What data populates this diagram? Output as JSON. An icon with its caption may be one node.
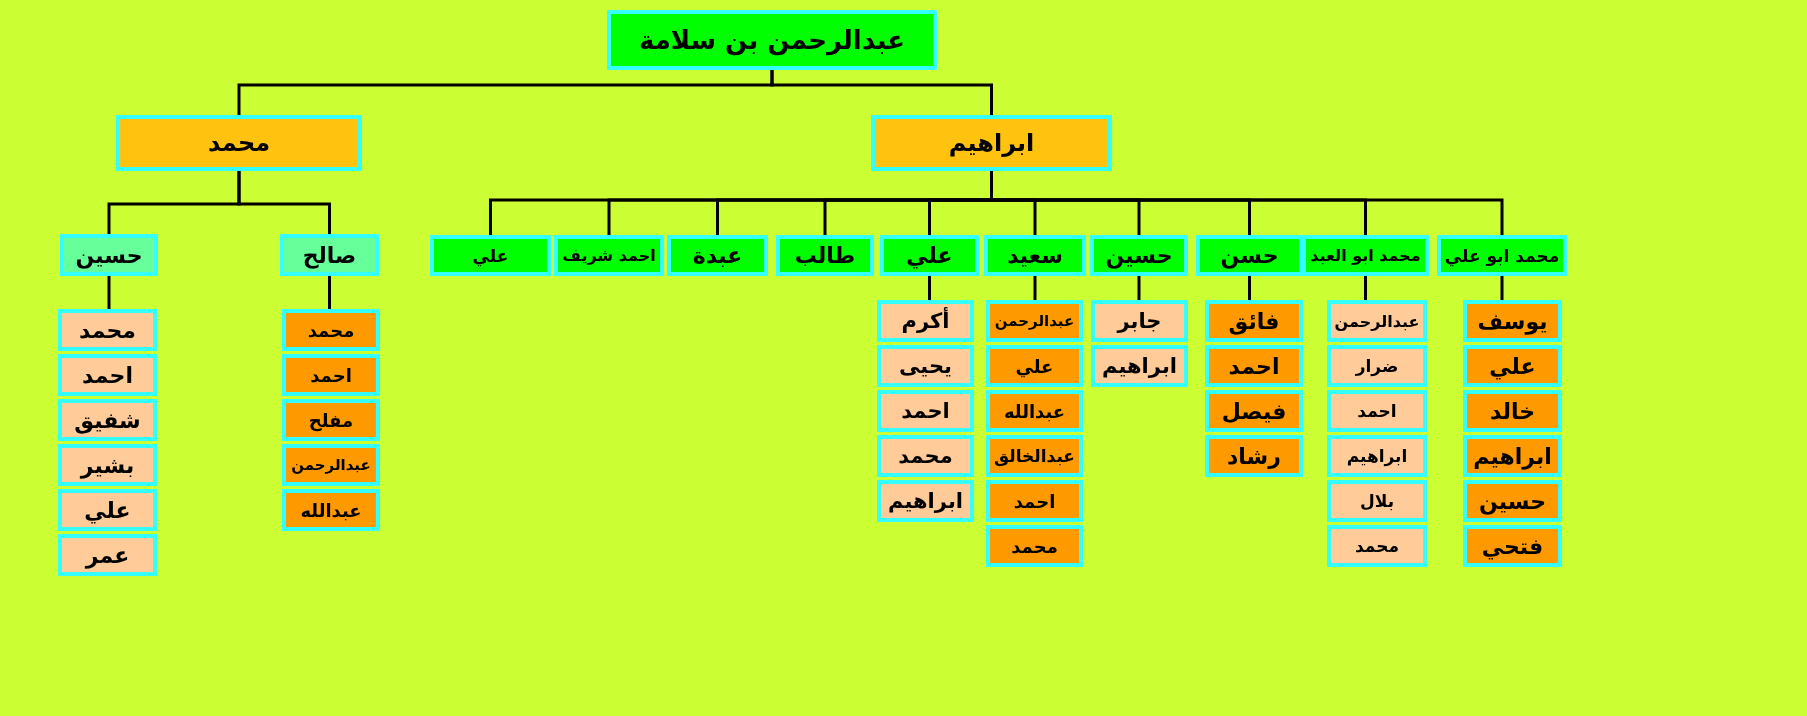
{
  "diagram": {
    "nodes": [
      {
        "text": [
          "عبدالرحمن بن سلامة"
        ]
      },
      {
        "text": [
          "ابراهيم"
        ]
      },
      {
        "text": [
          "محمد"
        ]
      },
      {
        "text": [
          "محمد ابو علي"
        ]
      },
      {
        "text": [
          "محمد ابو العبد"
        ]
      },
      {
        "text": [
          "حسن"
        ]
      },
      {
        "text": [
          "حسين"
        ]
      },
      {
        "text": [
          "سعيد"
        ]
      },
      {
        "text": [
          "علي"
        ]
      },
      {
        "text": [
          "طالب"
        ]
      },
      {
        "text": [
          "عبدة"
        ]
      },
      {
        "text": [
          "احمد شريف"
        ]
      },
      {
        "text": [
          "علي"
        ]
      },
      {
        "text": [
          "صالح"
        ]
      },
      {
        "text": [
          "حسين"
        ]
      },
      {
        "text": [
          "يوسف"
        ]
      },
      {
        "text": [
          "علي"
        ]
      },
      {
        "text": [
          "خالد"
        ]
      },
      {
        "text": [
          "ابراهيم"
        ]
      },
      {
        "text": [
          "حسين"
        ]
      },
      {
        "text": [
          "فتحي"
        ]
      },
      {
        "text": [
          "عبدالرحمن"
        ]
      },
      {
        "text": [
          "ضرار"
        ]
      },
      {
        "text": [
          "احمد"
        ]
      },
      {
        "text": [
          "ابراهيم"
        ]
      },
      {
        "text": [
          "بلال"
        ]
      },
      {
        "text": [
          "محمد"
        ]
      },
      {
        "text": [
          "فائق"
        ]
      },
      {
        "text": [
          "احمد"
        ]
      },
      {
        "text": [
          "فيصل"
        ]
      },
      {
        "text": [
          "رشاد"
        ]
      },
      {
        "text": [
          "جابر"
        ]
      },
      {
        "text": [
          "ابراهيم"
        ]
      },
      {
        "text": [
          "عبدالرحمن"
        ]
      },
      {
        "text": [
          "علي"
        ]
      },
      {
        "text": [
          "عبدالله"
        ]
      },
      {
        "text": [
          "عبدالخالق"
        ]
      },
      {
        "text": [
          "احمد"
        ]
      },
      {
        "text": [
          "محمد"
        ]
      },
      {
        "text": [
          "أكرم"
        ]
      },
      {
        "text": [
          "يحيى"
        ]
      },
      {
        "text": [
          "احمد"
        ]
      },
      {
        "text": [
          "محمد"
        ]
      },
      {
        "text": [
          "ابراهيم"
        ]
      },
      {
        "text": [
          "محمد"
        ]
      },
      {
        "text": [
          "احمد"
        ]
      },
      {
        "text": [
          "مفلح"
        ]
      },
      {
        "text": [
          "عبدالرحمن"
        ]
      },
      {
        "text": [
          "عبدالله"
        ]
      },
      {
        "text": [
          "محمد"
        ]
      },
      {
        "text": [
          "احمد"
        ]
      },
      {
        "text": [
          "شفيق"
        ]
      },
      {
        "text": [
          "بشير"
        ]
      },
      {
        "text": [
          "علي"
        ]
      },
      {
        "text": [
          "عمر"
        ]
      }
    ],
    "edges": [
      {
        "from": 0,
        "to": 1,
        "arrow": "none"
      },
      {
        "from": 0,
        "to": 2,
        "arrow": "none"
      },
      {
        "from": 1,
        "to": 3,
        "arrow": "none"
      },
      {
        "from": 1,
        "to": 4,
        "arrow": "none"
      },
      {
        "from": 1,
        "to": 5,
        "arrow": "none"
      },
      {
        "from": 1,
        "to": 6,
        "arrow": "none"
      },
      {
        "from": 1,
        "to": 7,
        "arrow": "none"
      },
      {
        "from": 1,
        "to": 8,
        "arrow": "none"
      },
      {
        "from": 1,
        "to": 9,
        "arrow": "none"
      },
      {
        "from": 1,
        "to": 10,
        "arrow": "none"
      },
      {
        "from": 1,
        "to": 11,
        "arrow": "none"
      },
      {
        "from": 1,
        "to": 12,
        "arrow": "none"
      },
      {
        "from": 2,
        "to": 13,
        "arrow": "none"
      },
      {
        "from": 2,
        "to": 14,
        "arrow": "none"
      },
      {
        "from": 3,
        "to": 15,
        "arrow": "none"
      },
      {
        "from": 4,
        "to": 21,
        "arrow": "none"
      },
      {
        "from": 5,
        "to": 27,
        "arrow": "none"
      },
      {
        "from": 6,
        "to": 31,
        "arrow": "none"
      },
      {
        "from": 7,
        "to": 33,
        "arrow": "none"
      },
      {
        "from": 8,
        "to": 39,
        "arrow": "none"
      },
      {
        "from": 13,
        "to": 44,
        "arrow": "none"
      },
      {
        "from": 14,
        "to": 49,
        "arrow": "none"
      }
    ]
  }
}
